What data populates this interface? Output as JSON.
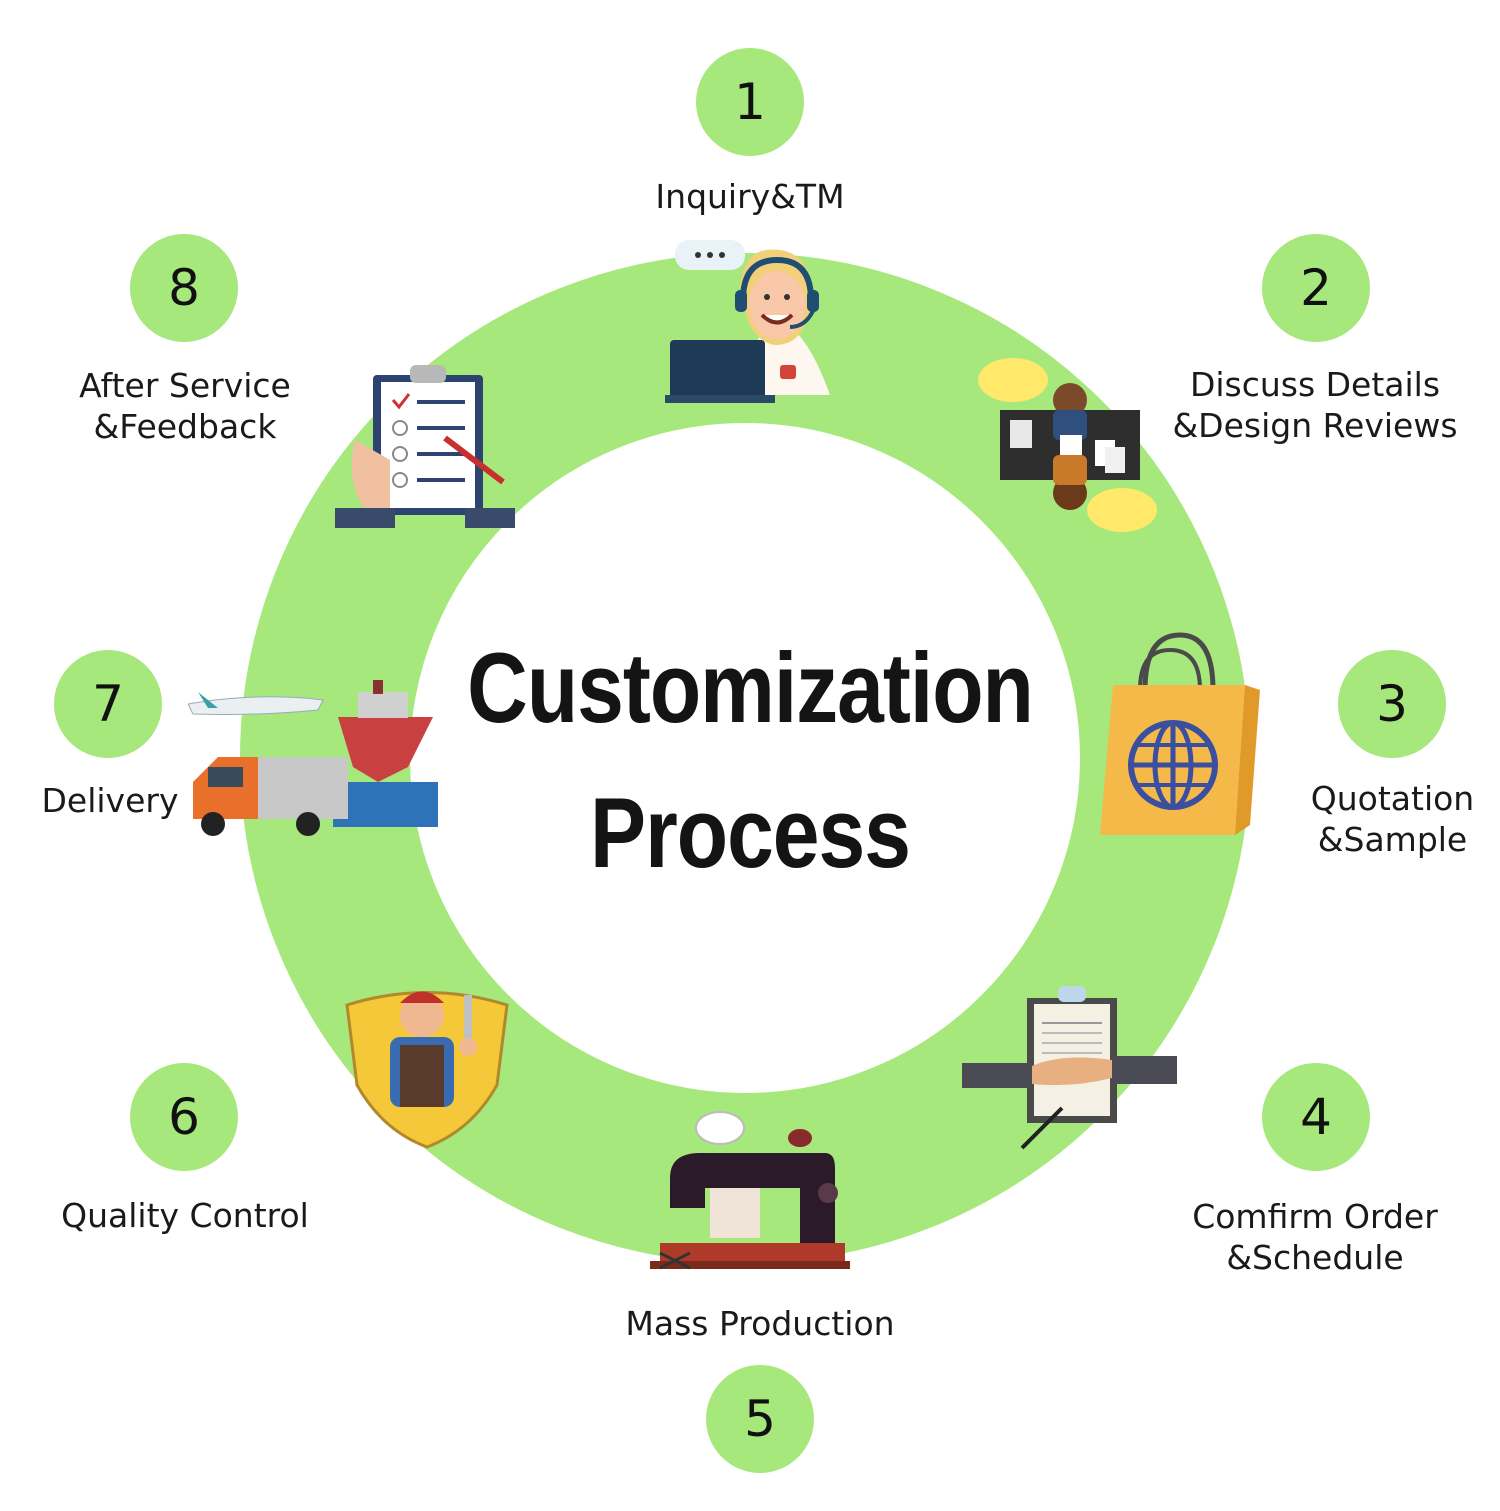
{
  "title": {
    "line1": "Customization",
    "line2": "Process"
  },
  "colors": {
    "ring": "#a6e87b",
    "badge": "#a6e87b",
    "text": "#1a1a1a"
  },
  "steps": [
    {
      "number": "1",
      "line1": "Inquiry&TM",
      "line2": "",
      "icon": "customer-service-agent-icon"
    },
    {
      "number": "2",
      "line1": "Discuss Details",
      "line2": "&Design Reviews",
      "icon": "meeting-table-icon"
    },
    {
      "number": "3",
      "line1": "Quotation",
      "line2": "&Sample",
      "icon": "shopping-bag-globe-icon"
    },
    {
      "number": "4",
      "line1": "Comfirm Order",
      "line2": "&Schedule",
      "icon": "contract-handshake-icon"
    },
    {
      "number": "5",
      "line1": "Mass Production",
      "line2": "",
      "icon": "sewing-machine-icon"
    },
    {
      "number": "6",
      "line1": "Quality Control",
      "line2": "",
      "icon": "mechanic-badge-icon"
    },
    {
      "number": "7",
      "line1": "Delivery",
      "line2": "",
      "icon": "truck-ship-plane-icon"
    },
    {
      "number": "8",
      "line1": "After Service",
      "line2": "&Feedback",
      "icon": "clipboard-checklist-icon"
    }
  ]
}
